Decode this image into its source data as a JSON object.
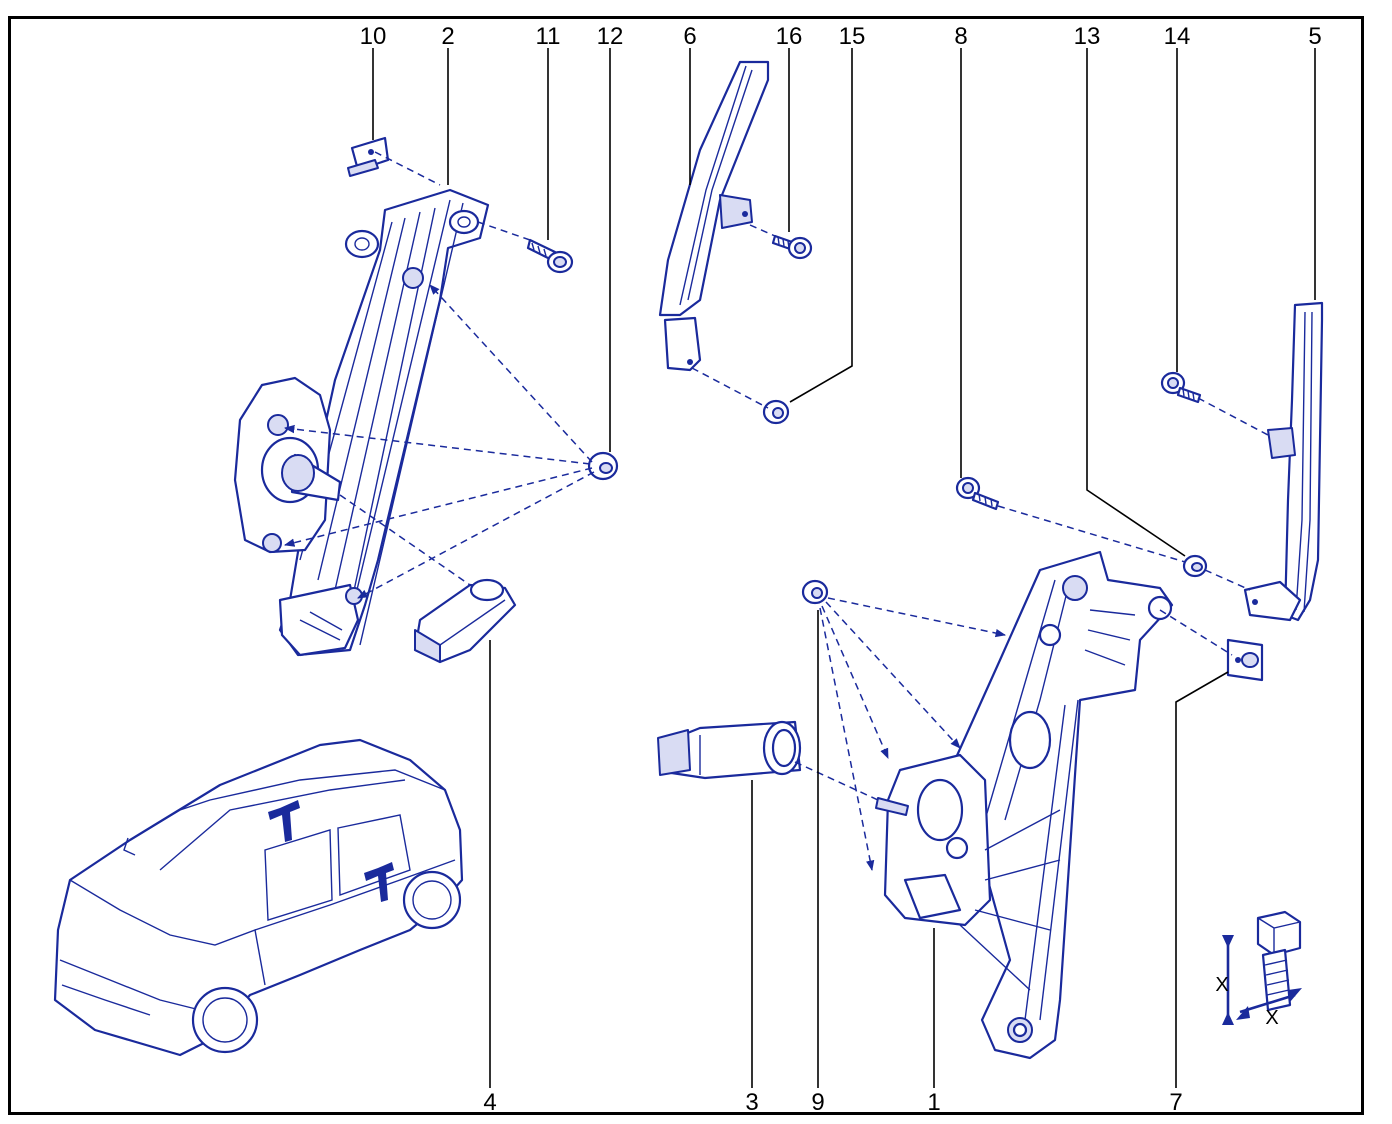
{
  "callouts": [
    {
      "id": "10",
      "label": "10"
    },
    {
      "id": "2",
      "label": "2"
    },
    {
      "id": "11",
      "label": "11"
    },
    {
      "id": "12",
      "label": "12"
    },
    {
      "id": "6",
      "label": "6"
    },
    {
      "id": "16",
      "label": "16"
    },
    {
      "id": "15",
      "label": "15"
    },
    {
      "id": "8",
      "label": "8"
    },
    {
      "id": "13",
      "label": "13"
    },
    {
      "id": "14",
      "label": "14"
    },
    {
      "id": "5",
      "label": "5"
    },
    {
      "id": "4",
      "label": "4"
    },
    {
      "id": "3",
      "label": "3"
    },
    {
      "id": "9",
      "label": "9"
    },
    {
      "id": "1",
      "label": "1"
    },
    {
      "id": "7",
      "label": "7"
    }
  ],
  "bolt_symbol": {
    "dimension_label": "X"
  },
  "colors": {
    "line": "#1a2a9c",
    "frame": "#000000",
    "background": "#ffffff"
  }
}
